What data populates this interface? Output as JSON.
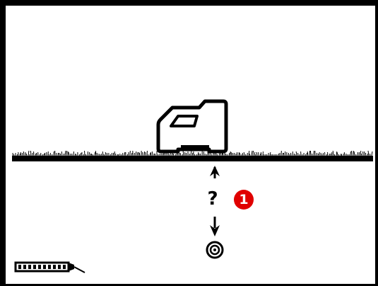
{
  "scene": {
    "status_text": "?",
    "badge": {
      "value": "1",
      "color": "#e00000"
    },
    "icons": {
      "device": "locator-device-icon",
      "ground": "ground-surface",
      "up_arrow": "arrow-up-icon",
      "down_arrow": "arrow-down-icon",
      "target": "target-icon",
      "battery": "battery-icon"
    },
    "colors": {
      "foreground": "#000000",
      "background": "#ffffff"
    }
  },
  "battery": {
    "level": 1.0
  }
}
